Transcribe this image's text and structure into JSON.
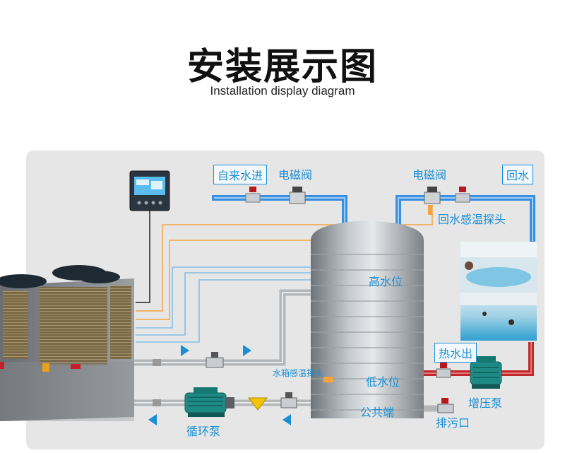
{
  "header": {
    "title": "安装展示图",
    "subtitle": "Installation display diagram"
  },
  "labels": {
    "tap_water_in": "自来水进",
    "solenoid_left": "电磁阀",
    "solenoid_right": "电磁阀",
    "return_water": "回水",
    "return_temp_probe": "回水感温探头",
    "high_level": "高水位",
    "tank_temp_probe": "水箱感温探头",
    "low_level": "低水位",
    "common": "公共端",
    "hot_water_out": "热水出",
    "booster_pump": "增压泵",
    "circulation_pump": "循环泵",
    "drain": "排污口"
  },
  "colors": {
    "cold_pipe": "#3b8fe0",
    "hot_pipe": "#c0282b",
    "sensor_line": "#f4a340",
    "signal_line": "#6fb6e6",
    "label": "#1a8fd6",
    "panel_bg": "#e6e6e6",
    "pump": "#1f8a84"
  }
}
